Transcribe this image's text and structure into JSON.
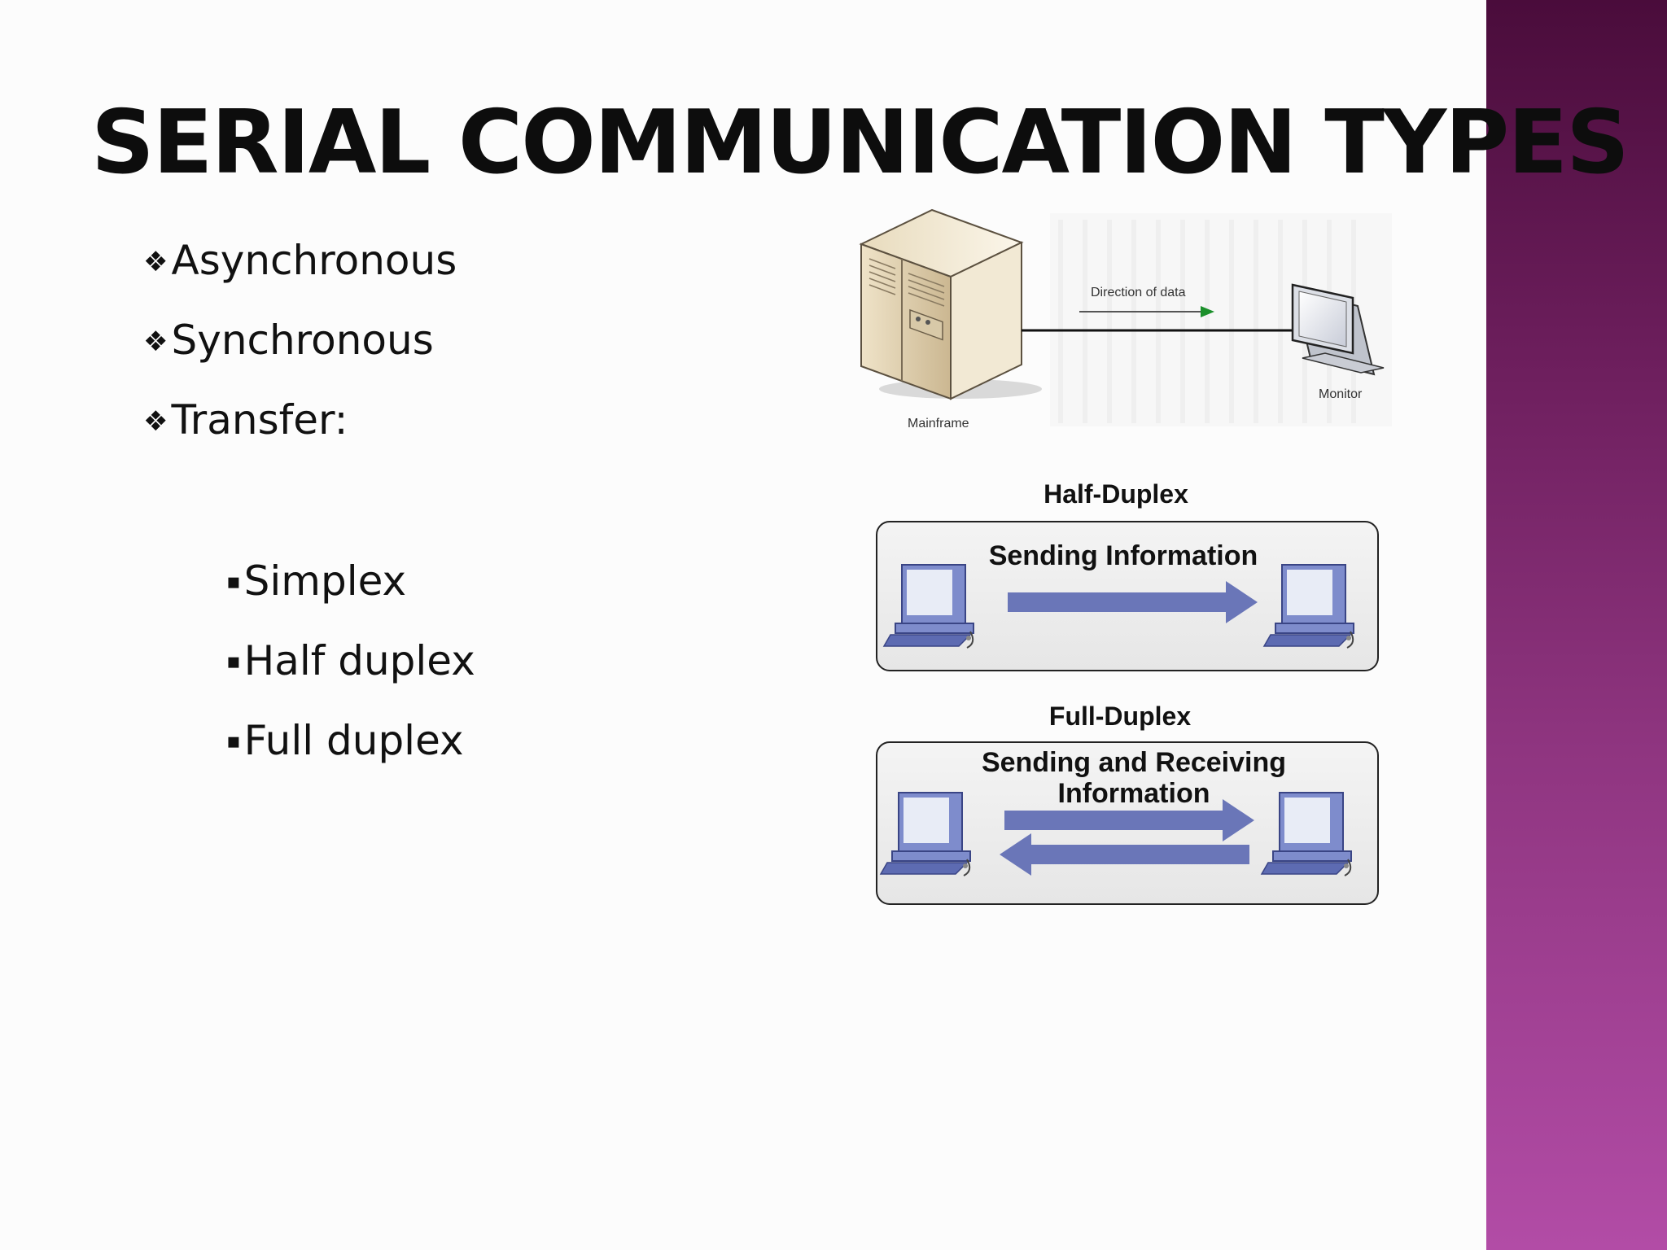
{
  "slide": {
    "title": "SERIAL COMMUNICATION TYPES",
    "bullets": [
      {
        "marker": "❖",
        "text": "Asynchronous"
      },
      {
        "marker": "❖",
        "text": "Synchronous"
      },
      {
        "marker": "❖",
        "text": "Transfer:"
      }
    ],
    "sub_bullets": [
      {
        "marker": "▪",
        "text": "Simplex"
      },
      {
        "marker": "▪",
        "text": "Half duplex"
      },
      {
        "marker": "▪",
        "text": "Full duplex"
      }
    ]
  },
  "simplex_diagram": {
    "arrow_label": "Direction of data",
    "left_label": "Mainframe",
    "right_label": "Monitor"
  },
  "half_duplex_diagram": {
    "title": "Half-Duplex",
    "caption": "Sending Information"
  },
  "full_duplex_diagram": {
    "title": "Full-Duplex",
    "caption_line1": "Sending and Receiving",
    "caption_line2": "Information"
  },
  "colors": {
    "accent_band_top": "#4a0c3b",
    "accent_band_bottom": "#b24ca6",
    "arrow_blue": "#6a76b8",
    "data_arrow_green": "#1a8f2a"
  }
}
